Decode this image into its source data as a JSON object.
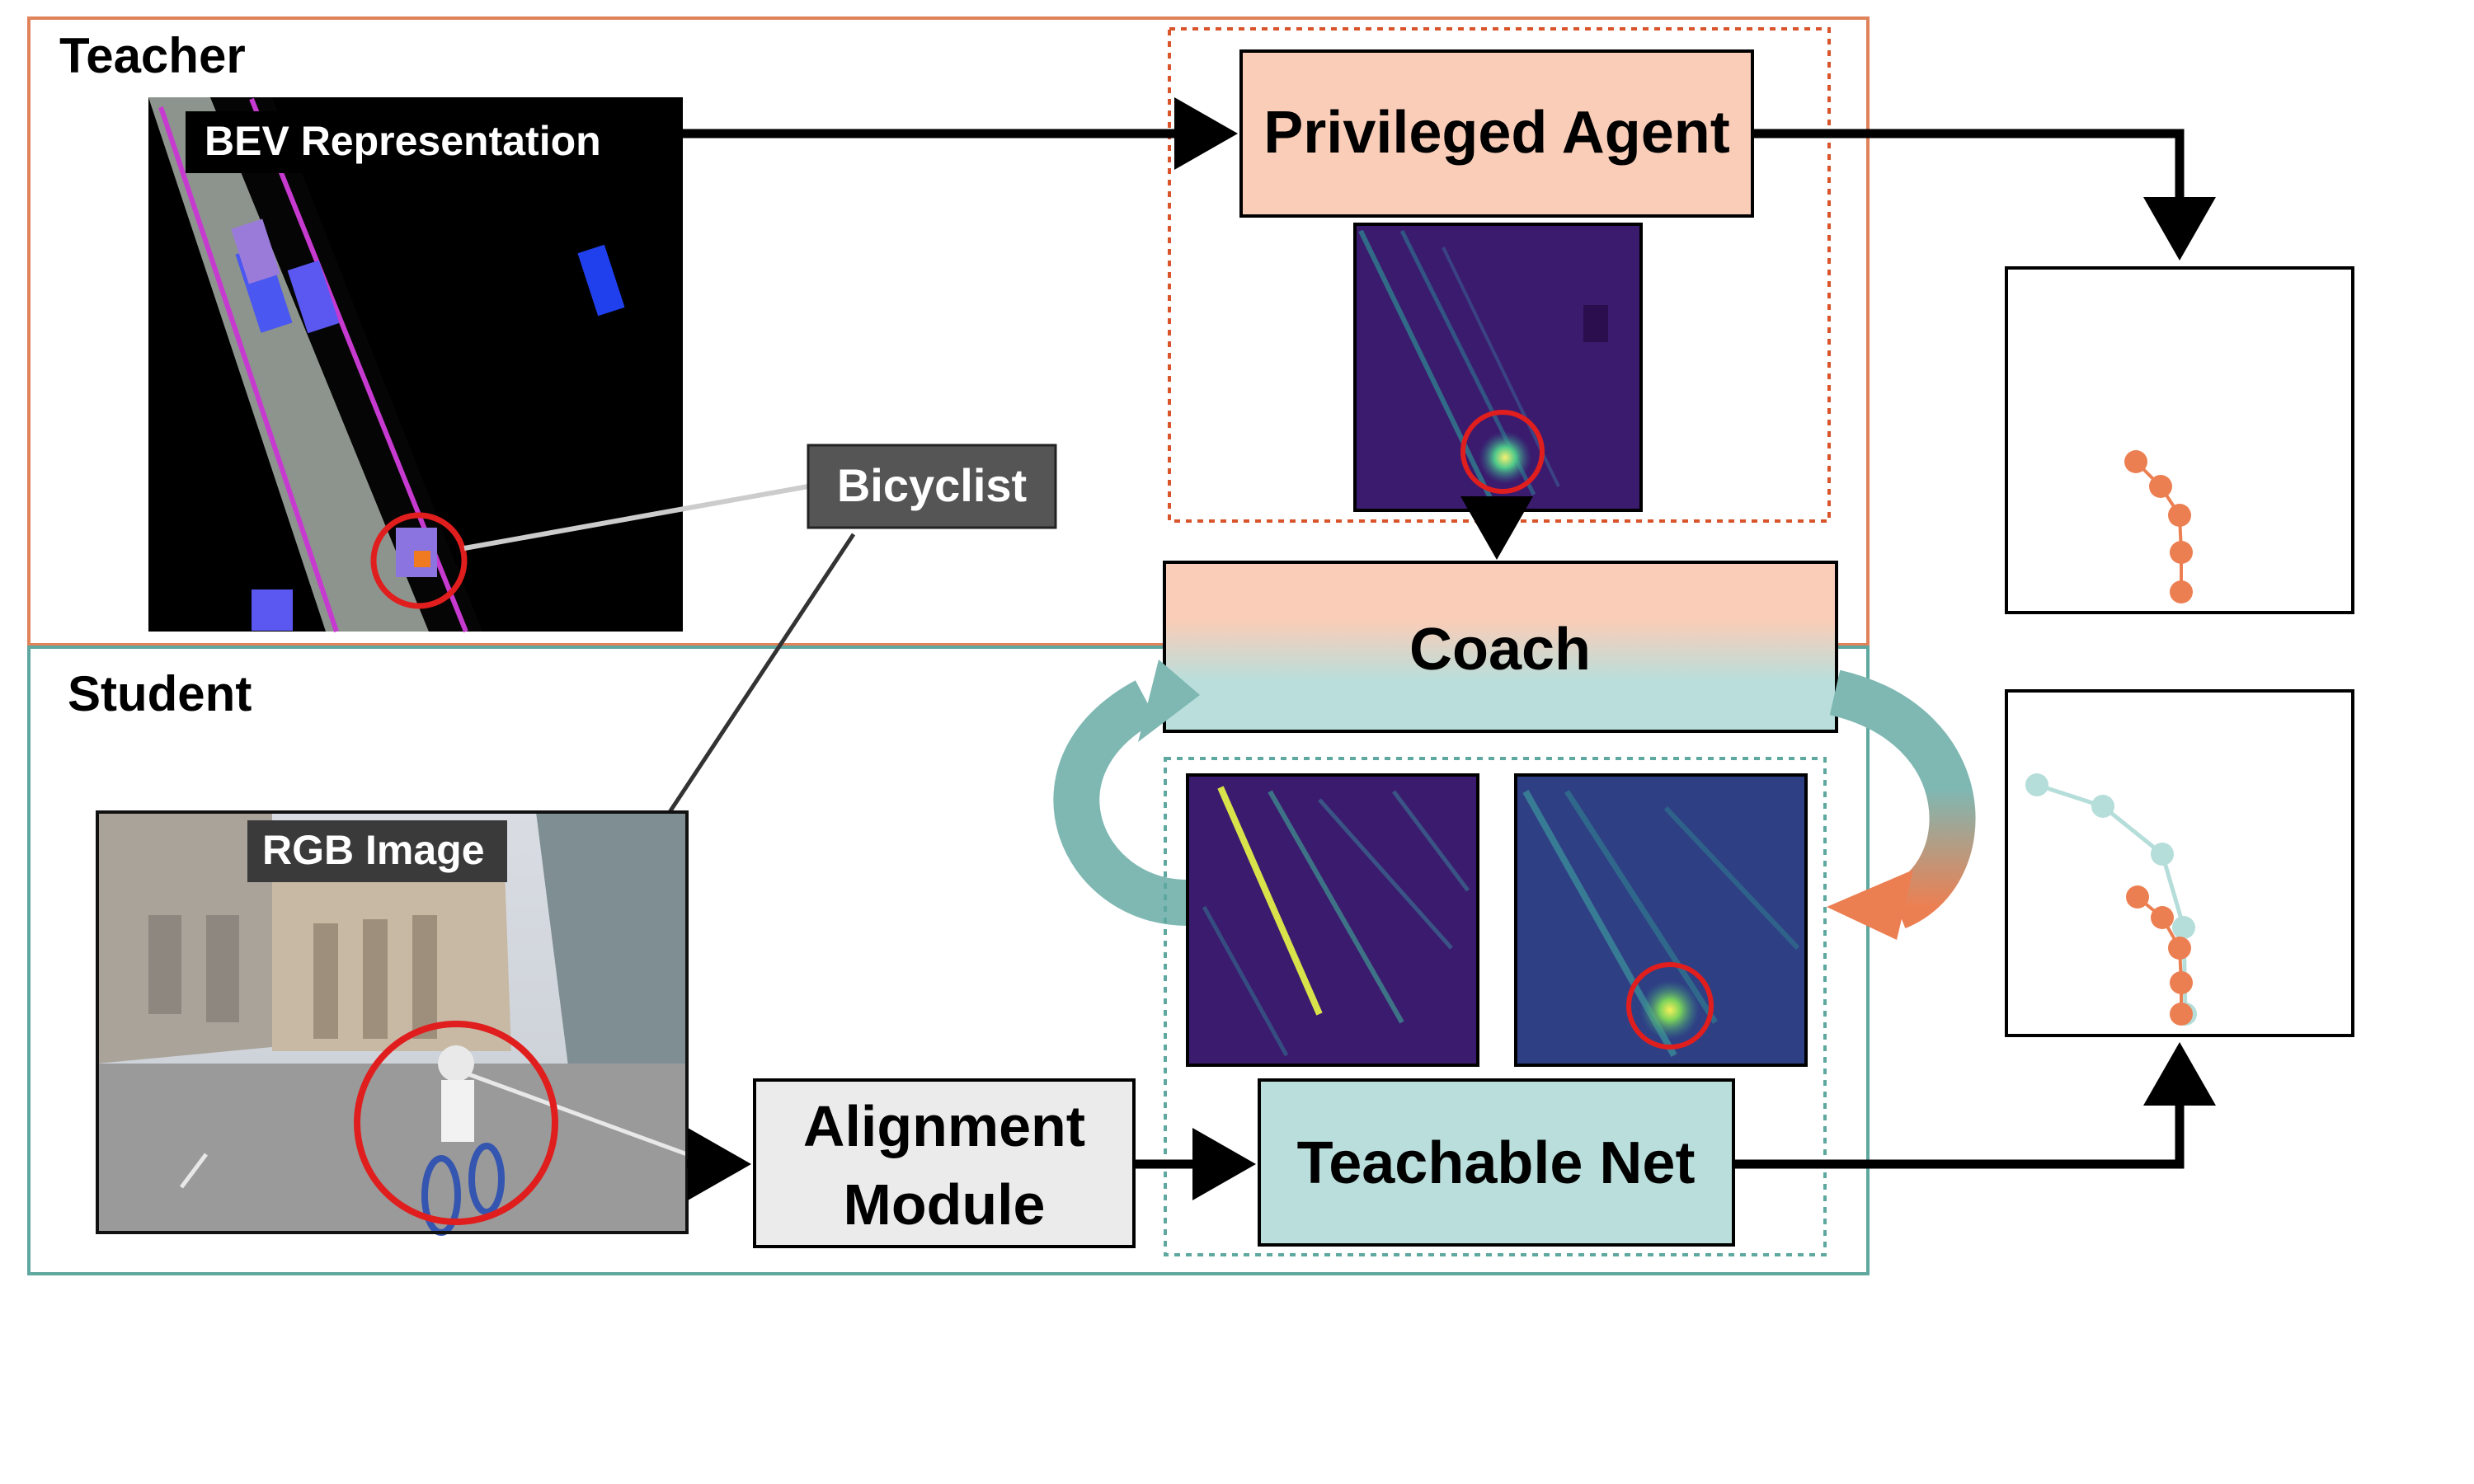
{
  "sections": {
    "teacher_title": "Teacher",
    "student_title": "Student"
  },
  "images": {
    "bev_label": "BEV Representation",
    "rgb_label": "RGB Image"
  },
  "callout": {
    "bicyclist_label": "Bicyclist"
  },
  "boxes": {
    "privileged_agent": "Privileged Agent",
    "coach": "Coach",
    "alignment_line1": "Alignment",
    "alignment_line2": "Module",
    "teachable_net": "Teachable Net"
  },
  "colors": {
    "teacher_border": "#e0825a",
    "student_border": "#5fa89f",
    "privileged_fill": "#f9cdb8",
    "coach_top": "#f9cdb8",
    "coach_bottom": "#b9dedb",
    "teachable_fill": "#b9dedb",
    "alignment_fill": "#ebebeb",
    "bicyclist_fill": "#555555",
    "orange_traj": "#ec7f52",
    "teal_traj": "#b5ddd9",
    "heatmap_bg": "#3b1b6e",
    "highlight_circle": "#e01e1e"
  }
}
